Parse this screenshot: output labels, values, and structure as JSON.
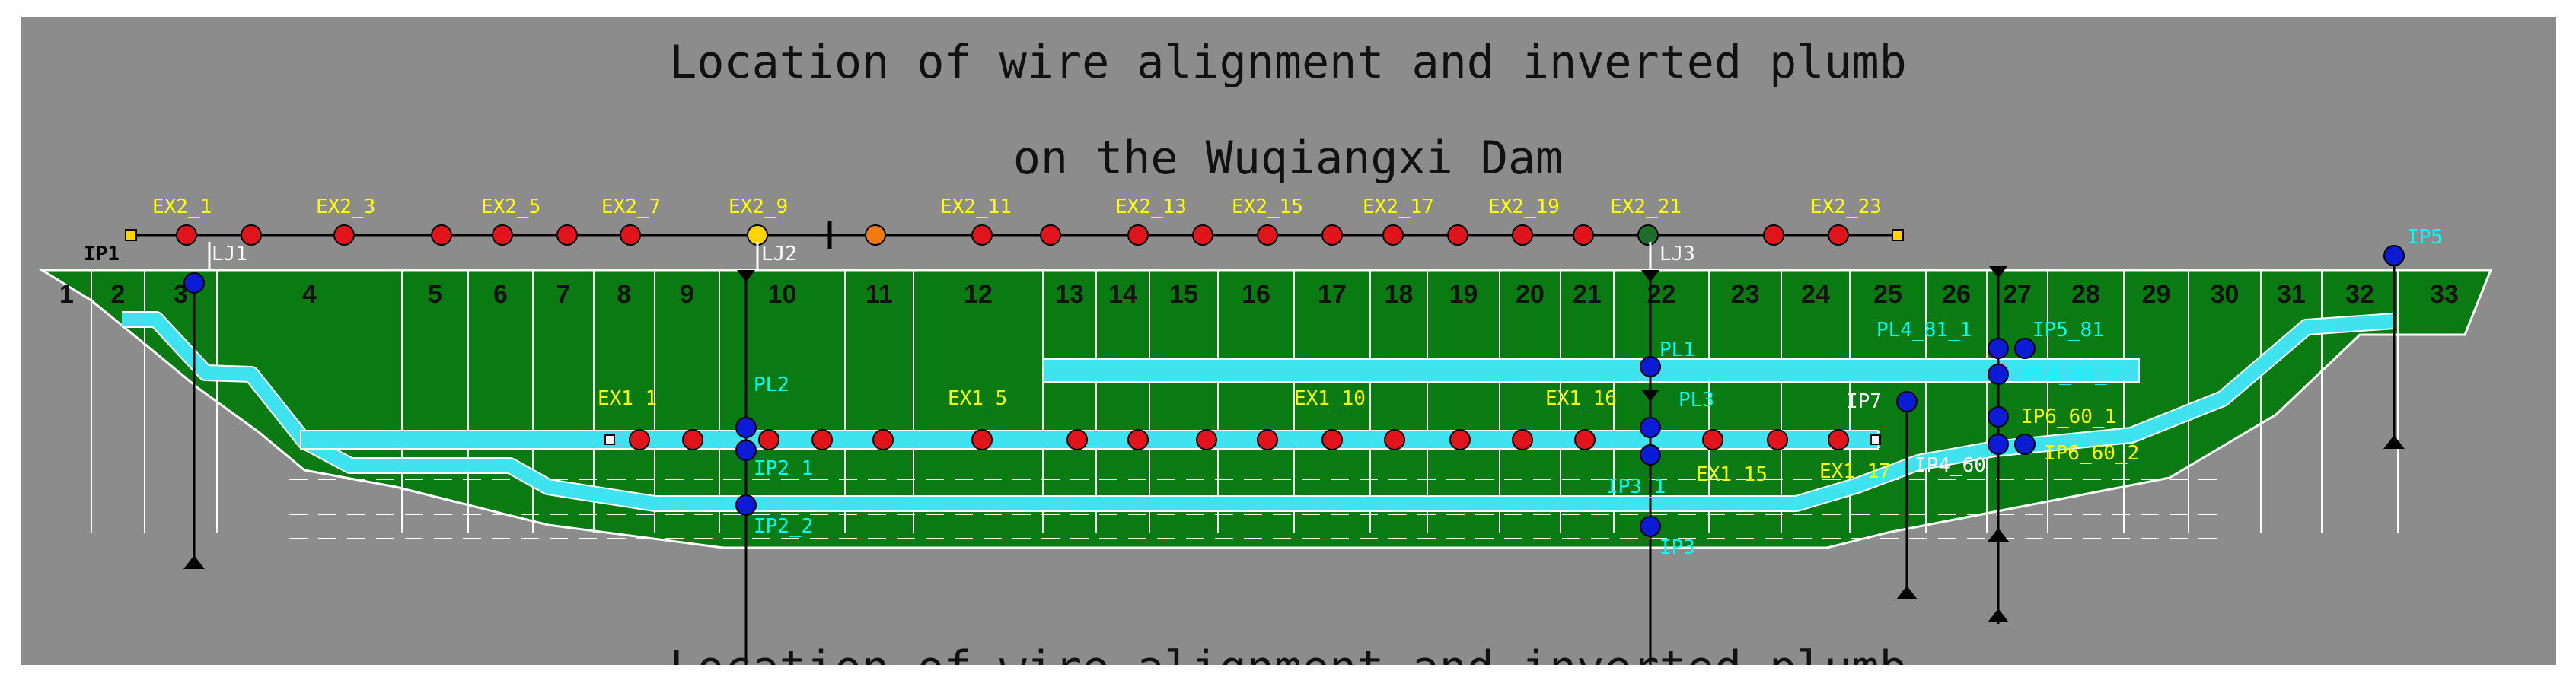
{
  "title": {
    "line1": "Location of wire alignment and inverted plumb",
    "line2": "on the Wuqiangxi Dam"
  },
  "colors": {
    "background": "#8c8c8c",
    "dam": "#0a7a12",
    "tunnel": "#3fe3f0",
    "point_red": "#e0141a",
    "point_blue": "#0b1bd6",
    "point_orange": "#f07a10",
    "point_yellow": "#ffd400",
    "label_yellow": "#ffff00",
    "label_cyan": "#00ffff"
  },
  "monoliths": [
    "1",
    "2",
    "3",
    "4",
    "5",
    "6",
    "7",
    "8",
    "9",
    "10",
    "11",
    "12",
    "13",
    "14",
    "15",
    "16",
    "17",
    "18",
    "19",
    "20",
    "21",
    "22",
    "23",
    "24",
    "25",
    "26",
    "27",
    "28",
    "29",
    "30",
    "31",
    "32",
    "33"
  ],
  "wire_top_labels": [
    "EX2_1",
    "EX2_3",
    "EX2_5",
    "EX2_7",
    "EX2_9",
    "EX2_11",
    "EX2_13",
    "EX2_15",
    "EX2_17",
    "EX2_19",
    "EX2_21",
    "EX2_23"
  ],
  "top_markers": {
    "ip1": "IP1",
    "lj1": "LJ1",
    "lj2": "LJ2",
    "lj3": "LJ3",
    "ip5": "IP5"
  },
  "inner_labels": {
    "ex1_1": "EX1_1",
    "ex1_5": "EX1_5",
    "ex1_10": "EX1_10",
    "ex1_16": "EX1_16",
    "ex1_15": "EX1_15",
    "ex1_17": "EX1_17",
    "pl1": "PL1",
    "pl2": "PL2",
    "pl3": "PL3",
    "ip2_1": "IP2_1",
    "ip2_2": "IP2_2",
    "ip3_1": "IP3_1",
    "ip3": "IP3",
    "pl4_81_1": "PL4_81_1",
    "ip5_81": "IP5_81",
    "pl4_81_2": "PL4_81_2",
    "ip7": "IP7",
    "ip6_60_1": "IP6_60_1",
    "ip4_60": "IP4_60",
    "ip6_60_2": "IP6_60_2"
  },
  "cut_caption": "Location of wire alignment and inverted plumb"
}
